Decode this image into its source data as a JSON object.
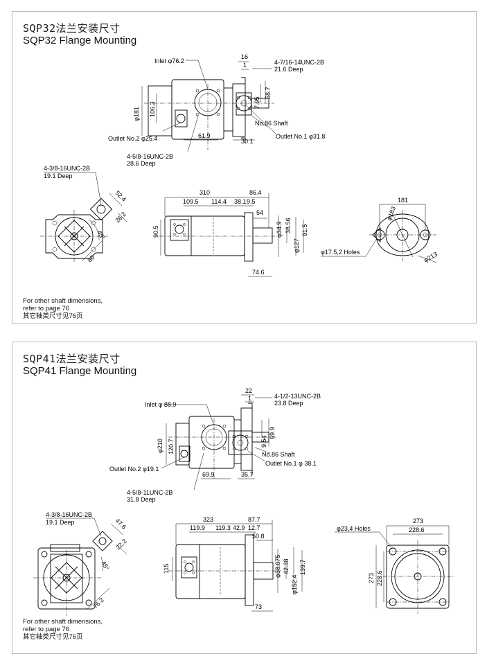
{
  "sqp32": {
    "title_cn": "SQP32法兰安装尺寸",
    "title_en": "SQP32 Flange Mounting",
    "notes": [
      "For other shaft dimensions,",
      "refer to page 76",
      "其它轴类尺寸见76页"
    ],
    "labels": {
      "inlet": "Inlet φ76.2",
      "outlet2": "Outlet No.2 φ25.4",
      "outlet1": "Outlet No.1 φ31.8",
      "shaft": "No.86 Shaft",
      "thread_top": "4-7/16-14UNC-2B",
      "thread_top_deep": "21.6 Deep",
      "thread_bottom": "4-5/8-16UNC-2B",
      "thread_bottom_deep": "28.6 Deep",
      "thread_side": "4-3/8-16UNC-2B",
      "thread_side_deep": "19.1 Deep",
      "holes": "φ17.5,2 Holes"
    },
    "dims": {
      "d16": "16",
      "d1": "1",
      "d181": "φ181",
      "d106_3": "106.3",
      "d7_95": "7.95",
      "d58_7": "58.7",
      "d61_9": "61.9",
      "d30_1": "30.1",
      "d52_4": "52.4",
      "d26_2": "26.2",
      "d45": "45°",
      "d80": "80",
      "d310": "310",
      "d86_4": "86.4",
      "d109_5": "109.5",
      "d114_4": "114.4",
      "d38_1": "38.1",
      "d9_5": "9.5",
      "d54": "54",
      "d90_5": "90.5",
      "d34_9": "φ34.9",
      "d38_56": "38.56",
      "d127": "φ127",
      "d91_5": "91.5",
      "d74_6": "74.6",
      "d181b": "181",
      "d183": "φ183",
      "d213": "φ213"
    }
  },
  "sqp41": {
    "title_cn": "SQP41法兰安装尺寸",
    "title_en": "SQP41 Flange Mounting",
    "notes": [
      "For other shaft dimensions,",
      "refer to page 76",
      "其它轴类尺寸见76页"
    ],
    "labels": {
      "inlet": "Inlet φ 88.9",
      "outlet2": "Outlet No.2 φ19.1",
      "outlet1": "Outlet No.1 φ 38.1",
      "shaft": "No.86 Shaft",
      "thread_top": "4-1/2-13UNC-2B",
      "thread_top_deep": "23.8 Deep",
      "thread_bottom": "4-5/8-11UNC-2B",
      "thread_bottom_deep": "31.8 Deep",
      "thread_side": "4-3/8-16UNC-2B",
      "thread_side_deep": "19.1 Deep",
      "holes": "φ23,4 Holes"
    },
    "dims": {
      "d22": "22",
      "d1": "1",
      "d210": "φ210",
      "d120_7": "120.7",
      "d9_54": "9.54",
      "d69_9a": "69.9",
      "d69_9b": "69.9",
      "d35_7": "35.7",
      "d47_6": "47.6",
      "d22_2": "22.2",
      "d45": "45°",
      "d76_2": "76.2",
      "d323": "323",
      "d87_7": "87.7",
      "d119_9": "119.9",
      "d119_3": "119.3",
      "d42_9": "42.9",
      "d12_7": "12.7",
      "d50_8": "50.8",
      "d115": "115",
      "d38_075": "φ38.075",
      "d42_38": "42.38",
      "d152_4": "φ152.4",
      "d139_7": "139.7",
      "d73": "73",
      "d273a": "273",
      "d228_6a": "228.6",
      "d273b": "273",
      "d228_6b": "228.6"
    }
  }
}
